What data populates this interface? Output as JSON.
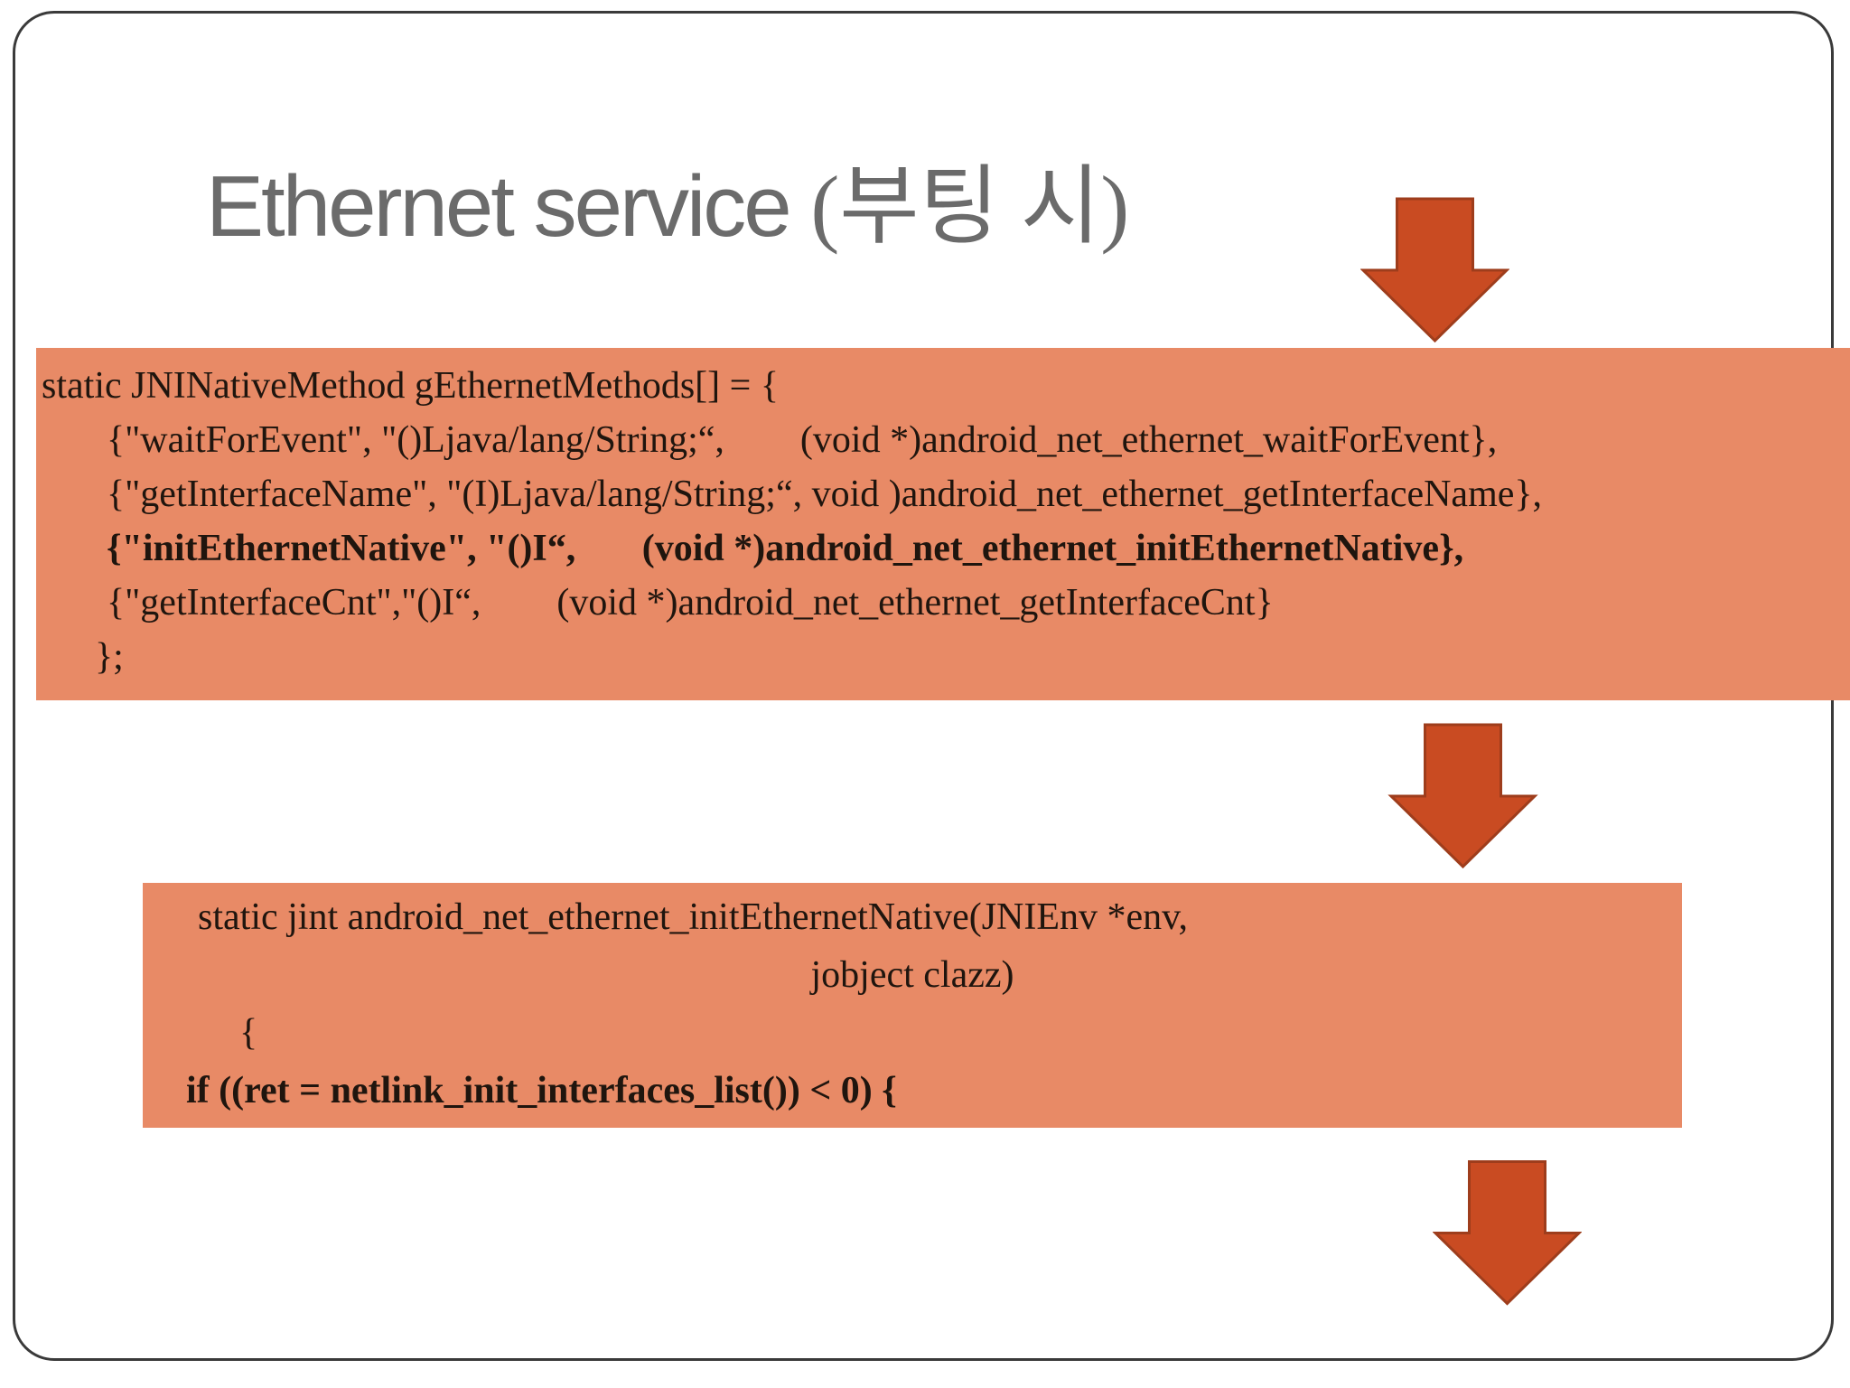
{
  "slide": {
    "title": {
      "latin": "Ethernet service ",
      "korean": "(부팅 시)"
    }
  },
  "block1": {
    "lines": [
      {
        "text": "static JNINativeMethod gEthernetMethods[] = {",
        "bold": false
      },
      {
        "text": "{\"waitForEvent\", \"()Ljava/lang/String;“,        (void *)android_net_ethernet_waitForEvent},",
        "bold": false
      },
      {
        "text": "{\"getInterfaceName\", \"(I)Ljava/lang/String;“, void )android_net_ethernet_getInterfaceName},",
        "bold": false
      },
      {
        "text": "{\"initEthernetNative\", \"()I“,       (void *)android_net_ethernet_initEthernetNative},",
        "bold": true
      },
      {
        "text": "{\"getInterfaceCnt\",\"()I“,        (void *)android_net_ethernet_getInterfaceCnt}",
        "bold": false
      },
      {
        "text": "};",
        "bold": false
      }
    ]
  },
  "block2": {
    "lines": [
      {
        "text": "static jint android_net_ethernet_initEthernetNative(JNIEnv *env,",
        "bold": false
      },
      {
        "text": "jobject clazz)",
        "bold": false
      },
      {
        "text": "{",
        "bold": false
      },
      {
        "text": "if ((ret = netlink_init_interfaces_list()) < 0) {",
        "bold": true
      }
    ]
  },
  "icons": {
    "arrow1": "down-arrow",
    "arrow2": "down-arrow",
    "arrow3": "down-arrow"
  },
  "colors": {
    "code_block_background": "#e88a66",
    "arrow_fill": "#c94b22",
    "arrow_stroke": "#9e3d1c",
    "title_gray": "#6b6b6b",
    "slide_border": "#3a3a3a",
    "code_text": "#1f150e"
  }
}
